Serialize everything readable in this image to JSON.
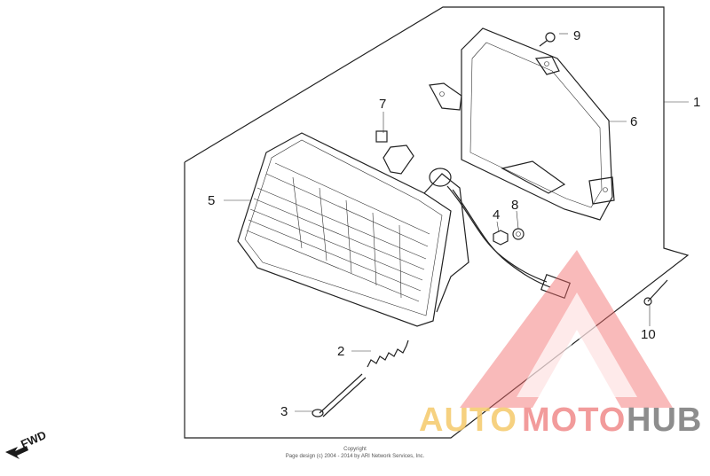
{
  "callouts": {
    "c1": "1",
    "c2": "2",
    "c3": "3",
    "c4": "4",
    "c5": "5",
    "c6": "6",
    "c7": "7",
    "c8": "8",
    "c9": "9",
    "c10": "10"
  },
  "orientation": {
    "label": "FWD"
  },
  "copyright": {
    "line1": "Copyright",
    "line2": "Page design (c) 2004 - 2014 by ARI Network Services, Inc."
  },
  "watermark": {
    "part1": "AUTO",
    "part2": "MOTO",
    "part3": "HUB",
    "colors": {
      "auto": "#f5c96a",
      "moto": "#f08a8a",
      "hub": "#7a7a7a",
      "triangle": "#f26b6b"
    }
  }
}
